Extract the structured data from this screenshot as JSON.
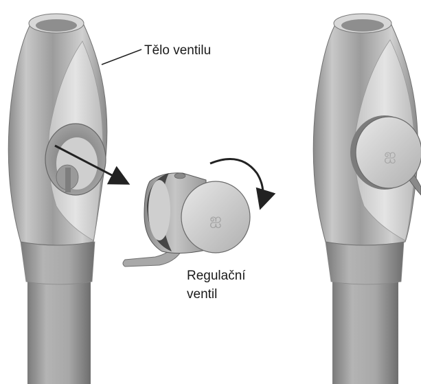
{
  "labels": {
    "valve_body": "Tělo ventilu",
    "control_valve_line1": "Regulační",
    "control_valve_line2": "ventil"
  },
  "colors": {
    "background": "#ffffff",
    "metal_light": "#e6e6e6",
    "metal_mid": "#b4b4b4",
    "metal_dark": "#7c7c7c",
    "arrow": "#222222"
  }
}
